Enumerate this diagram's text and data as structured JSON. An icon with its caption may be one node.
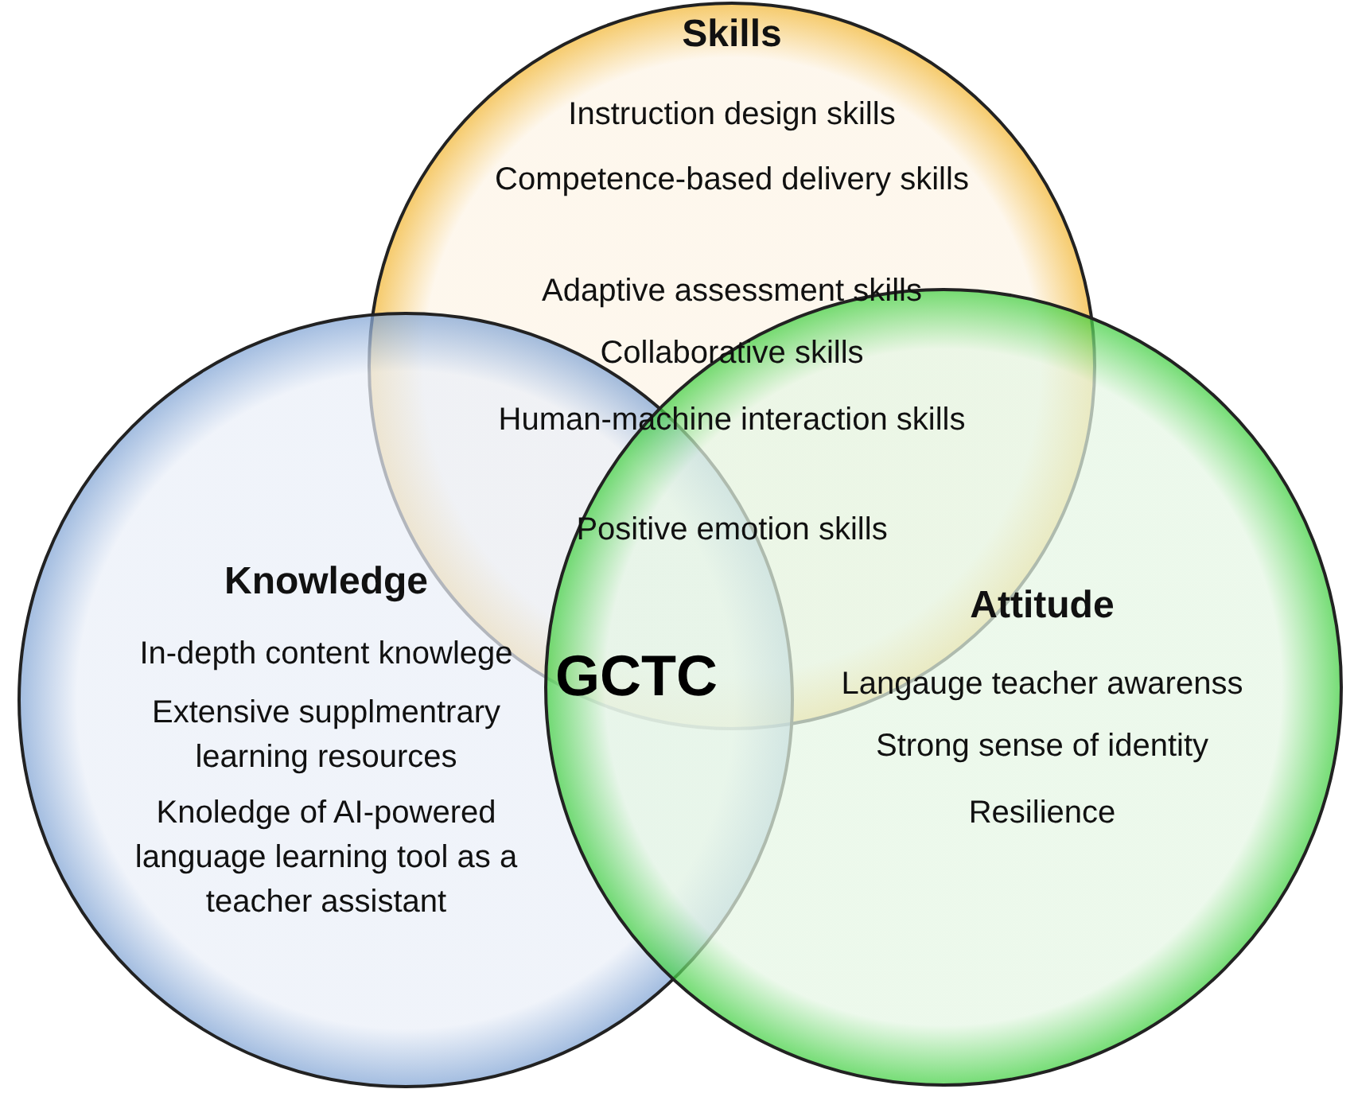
{
  "diagram": {
    "nodes": [
      {
        "text": [
          "Skills",
          "Instruction design skills",
          "Competence-based delivery skills",
          "Adaptive assessment skills",
          "Collaborative skills",
          "Human-machine interaction skills",
          "Positive emotion skills"
        ]
      },
      {
        "text": [
          "Knowledge",
          "In-depth content knowlege",
          "Extensive supplmentrary learning resources",
          "Knoledge of AI-powered language learning tool as a teacher assistant"
        ]
      },
      {
        "text": [
          "Attitude",
          "Langauge teacher awarenss",
          "Strong sense of identity",
          "Resilience"
        ]
      }
    ],
    "labels": [
      "GCTC"
    ]
  }
}
